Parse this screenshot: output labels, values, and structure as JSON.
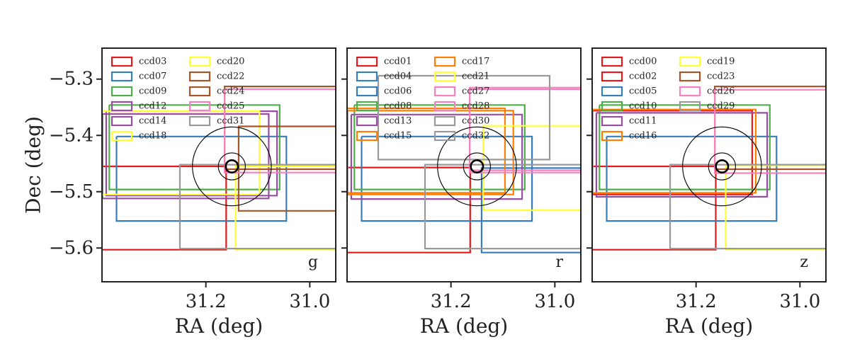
{
  "chart_data": {
    "type": "line",
    "ylabel": "Dec (deg)",
    "ylim": [
      -5.66,
      -5.245
    ],
    "yticks": [
      -5.3,
      -5.4,
      -5.5,
      -5.6
    ],
    "ytick_labels": [
      "−5.3",
      "−5.4",
      "−5.5",
      "−5.6"
    ],
    "xlim": [
      31.4,
      30.95
    ],
    "xticks": [
      31.2,
      31.0
    ],
    "xtick_labels": [
      "31.2",
      "31.0"
    ],
    "xlabel": "RA (deg)",
    "circles": {
      "center": [
        31.15,
        -5.455
      ],
      "radii_deg": [
        0.07,
        0.024,
        0.011
      ]
    },
    "panels": [
      {
        "band": "g",
        "ccds": [
          {
            "name": "ccd03",
            "color": "#e41a1c",
            "x": [
              31.45,
              31.161,
              31.161,
              31.45
            ],
            "y": [
              -5.455,
              -5.455,
              -5.603,
              -5.603
            ]
          },
          {
            "name": "ccd07",
            "color": "#377eb8",
            "x": [
              31.372,
              31.045,
              31.045,
              31.372,
              31.372
            ],
            "y": [
              -5.402,
              -5.402,
              -5.552,
              -5.552,
              -5.402
            ]
          },
          {
            "name": "ccd09",
            "color": "#4daf4a",
            "x": [
              31.386,
              31.058,
              31.058,
              31.386,
              31.386
            ],
            "y": [
              -5.346,
              -5.346,
              -5.496,
              -5.496,
              -5.346
            ]
          },
          {
            "name": "ccd12",
            "color": "#984ea3",
            "x": [
              31.392,
              31.063,
              31.063,
              31.392,
              31.392
            ],
            "y": [
              -5.357,
              -5.357,
              -5.507,
              -5.507,
              -5.357
            ]
          },
          {
            "name": "ccd14",
            "color": "#984ea3",
            "x": [
              31.399,
              31.079,
              31.079,
              31.399,
              31.399
            ],
            "y": [
              -5.362,
              -5.362,
              -5.512,
              -5.512,
              -5.362
            ]
          },
          {
            "name": "ccd18",
            "color": "#ffff33",
            "x": [
              31.405,
              31.097,
              31.097,
              31.405,
              31.405
            ],
            "y": [
              -5.357,
              -5.357,
              -5.505,
              -5.505,
              -5.357
            ]
          },
          {
            "name": "ccd20",
            "color": "#ffff33",
            "x": [
              30.9,
              31.143,
              31.143,
              30.9
            ],
            "y": [
              -5.455,
              -5.455,
              -5.603,
              -5.603
            ]
          },
          {
            "name": "ccd22",
            "color": "#a65628",
            "x": [
              30.9,
              31.137,
              31.137,
              30.9
            ],
            "y": [
              -5.384,
              -5.384,
              -5.534,
              -5.534
            ]
          },
          {
            "name": "ccd24",
            "color": "#a65628",
            "x": [
              30.9,
              31.164,
              31.164,
              30.9
            ],
            "y": [
              -5.313,
              -5.313,
              -5.46,
              -5.46
            ]
          },
          {
            "name": "ccd25",
            "color": "#f781bf",
            "x": [
              30.9,
              31.164,
              31.164,
              30.9
            ],
            "y": [
              -5.318,
              -5.318,
              -5.466,
              -5.466
            ]
          },
          {
            "name": "ccd31",
            "color": "#999999",
            "x": [
              30.9,
              31.25,
              31.25,
              30.9
            ],
            "y": [
              -5.452,
              -5.452,
              -5.601,
              -5.601
            ]
          }
        ]
      },
      {
        "band": "r",
        "ccds": [
          {
            "name": "ccd01",
            "color": "#e41a1c",
            "x": [
              31.45,
              31.163,
              31.163,
              31.45
            ],
            "y": [
              -5.457,
              -5.457,
              -5.608,
              -5.608
            ]
          },
          {
            "name": "ccd04",
            "color": "#377eb8",
            "x": [
              30.9,
              31.141,
              31.141,
              30.9
            ],
            "y": [
              -5.458,
              -5.458,
              -5.608,
              -5.608
            ]
          },
          {
            "name": "ccd06",
            "color": "#377eb8",
            "x": [
              31.372,
              31.044,
              31.044,
              31.372,
              31.372
            ],
            "y": [
              -5.402,
              -5.402,
              -5.552,
              -5.552,
              -5.402
            ]
          },
          {
            "name": "ccd08",
            "color": "#4daf4a",
            "x": [
              31.386,
              31.058,
              31.058,
              31.386,
              31.386
            ],
            "y": [
              -5.346,
              -5.346,
              -5.496,
              -5.496,
              -5.346
            ]
          },
          {
            "name": "ccd13",
            "color": "#984ea3",
            "x": [
              31.392,
              31.063,
              31.063,
              31.392,
              31.392
            ],
            "y": [
              -5.363,
              -5.363,
              -5.513,
              -5.513,
              -5.363
            ]
          },
          {
            "name": "ccd15",
            "color": "#ff7f00",
            "x": [
              31.399,
              31.08,
              31.08,
              31.399,
              31.399
            ],
            "y": [
              -5.356,
              -5.356,
              -5.505,
              -5.505,
              -5.356
            ]
          },
          {
            "name": "ccd17",
            "color": "#ff7f00",
            "x": [
              31.405,
              31.096,
              31.096,
              31.405,
              31.405
            ],
            "y": [
              -5.352,
              -5.352,
              -5.502,
              -5.502,
              -5.352
            ]
          },
          {
            "name": "ccd21",
            "color": "#ffff33",
            "x": [
              30.9,
              31.138,
              31.138,
              30.9
            ],
            "y": [
              -5.383,
              -5.383,
              -5.533,
              -5.533
            ]
          },
          {
            "name": "ccd27",
            "color": "#f781bf",
            "x": [
              30.9,
              31.164,
              31.164,
              30.9
            ],
            "y": [
              -5.315,
              -5.315,
              -5.462,
              -5.462
            ]
          },
          {
            "name": "ccd28",
            "color": "#f781bf",
            "x": [
              30.9,
              31.164,
              31.164,
              30.9
            ],
            "y": [
              -5.318,
              -5.318,
              -5.466,
              -5.466
            ]
          },
          {
            "name": "ccd30",
            "color": "#999999",
            "x": [
              30.9,
              31.25,
              31.25,
              30.9
            ],
            "y": [
              -5.452,
              -5.452,
              -5.601,
              -5.601
            ]
          },
          {
            "name": "ccd32",
            "color": "#999999",
            "x": [
              31.34,
              31.01,
              31.01,
              31.34,
              31.34
            ],
            "y": [
              -5.294,
              -5.294,
              -5.443,
              -5.443,
              -5.294
            ]
          }
        ]
      },
      {
        "band": "z",
        "ccds": [
          {
            "name": "ccd00",
            "color": "#e41a1c",
            "x": [
              31.45,
              31.162,
              31.162,
              31.45
            ],
            "y": [
              -5.455,
              -5.455,
              -5.603,
              -5.603
            ]
          },
          {
            "name": "ccd02",
            "color": "#e41a1c",
            "x": [
              31.405,
              31.092,
              31.092,
              31.405,
              31.405
            ],
            "y": [
              -5.356,
              -5.356,
              -5.505,
              -5.505,
              -5.356
            ]
          },
          {
            "name": "ccd05",
            "color": "#377eb8",
            "x": [
              31.372,
              31.045,
              31.045,
              31.372,
              31.372
            ],
            "y": [
              -5.402,
              -5.402,
              -5.552,
              -5.552,
              -5.402
            ]
          },
          {
            "name": "ccd10",
            "color": "#4daf4a",
            "x": [
              31.386,
              31.058,
              31.058,
              31.386,
              31.386
            ],
            "y": [
              -5.346,
              -5.346,
              -5.496,
              -5.496,
              -5.346
            ]
          },
          {
            "name": "ccd11",
            "color": "#984ea3",
            "x": [
              31.392,
              31.063,
              31.063,
              31.392,
              31.392
            ],
            "y": [
              -5.36,
              -5.36,
              -5.509,
              -5.509,
              -5.36
            ]
          },
          {
            "name": "ccd16",
            "color": "#ff7f00",
            "x": [
              31.399,
              31.085,
              31.085,
              31.399,
              31.399
            ],
            "y": [
              -5.354,
              -5.354,
              -5.502,
              -5.502,
              -5.354
            ]
          },
          {
            "name": "ccd19",
            "color": "#ffff33",
            "x": [
              30.9,
              31.143,
              31.143,
              30.9
            ],
            "y": [
              -5.453,
              -5.453,
              -5.602,
              -5.602
            ]
          },
          {
            "name": "ccd23",
            "color": "#a65628",
            "x": [
              30.9,
              31.164,
              31.164,
              30.9
            ],
            "y": [
              -5.313,
              -5.313,
              -5.46,
              -5.46
            ]
          },
          {
            "name": "ccd26",
            "color": "#f781bf",
            "x": [
              30.9,
              31.164,
              31.164,
              30.9
            ],
            "y": [
              -5.319,
              -5.319,
              -5.467,
              -5.467
            ]
          },
          {
            "name": "ccd29",
            "color": "#999999",
            "x": [
              30.9,
              31.25,
              31.25,
              30.9
            ],
            "y": [
              -5.452,
              -5.452,
              -5.601,
              -5.601
            ]
          }
        ]
      }
    ]
  }
}
